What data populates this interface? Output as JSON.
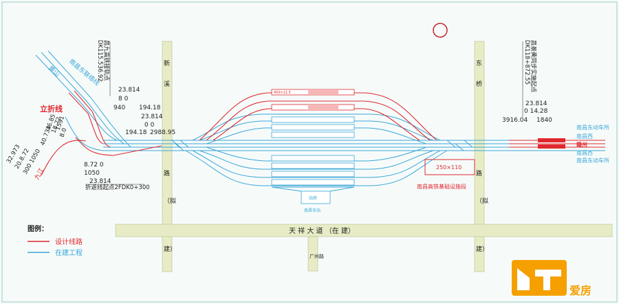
{
  "colors": {
    "design": "#e0282e",
    "build": "#3aa6d8",
    "road": "#e7ecc6",
    "roadEdge": "#b8bf8c",
    "text": "#222222",
    "brand": "#f6a000",
    "brandText": "#ffffff"
  },
  "labels": {
    "huangshan": "黄山",
    "nanchang_east_link": "南昌东联络线",
    "lizhe": "立折线",
    "jiujiang": "九江",
    "chk_left": "昌九高铁接轨点",
    "chk_left_km": "DK115.536.92",
    "chk_right": "昌景黄同步实施起点",
    "chk_right_km": "DK118+872.55",
    "xin": "新",
    "xi": "溪",
    "dong": "东",
    "qiao": "桥",
    "lu": "路",
    "ni": "（拟",
    "jian": "建）",
    "lu2": "路",
    "ni2": "（拟",
    "jian2": "建）",
    "tianxiang": "天 祥 大 道 （在 建）",
    "guangzhou": "广州路",
    "start_point": "折返线起点2FDK0+300",
    "station_name": "南昌东站",
    "station_building": "站房",
    "plat_label": "450×11.5",
    "box_label": "250×110",
    "box_caption": "南昌高铁基础设施段",
    "right_1": "南昌东动车所",
    "right_2": "南昌西",
    "right_3": "赣州",
    "right_4": "南昌西",
    "right_5": "南昌东动车所",
    "legend_title": "图例：",
    "legend_design": "设计线路",
    "legend_build": "在建工程",
    "n_23814_a": "23.814",
    "n_8_0_a": "8 0",
    "n_940": "940",
    "n_194_18_a": "194.18",
    "n_23814_b": "23.814",
    "n_0_0": "0 0",
    "n_194_18_b": "194.18",
    "n_2988": "2988.95",
    "n_8720": "8.72 0",
    "n_1050": "1050",
    "n_23814_c": "23.814",
    "n_32973": "32.973",
    "n_2072": "20.8.72",
    "n_3001050": "300 1050",
    "n_40734": "40.734",
    "n_36": "36.85",
    "n_18": "18.72",
    "n_1591": "1591",
    "n_8_0_b": "8.0",
    "n_23814_d": "23.814",
    "n_0_1428": "0      14.28",
    "n_3916": "3916.04",
    "n_1840": "1840",
    "brand_text": "爱房"
  }
}
